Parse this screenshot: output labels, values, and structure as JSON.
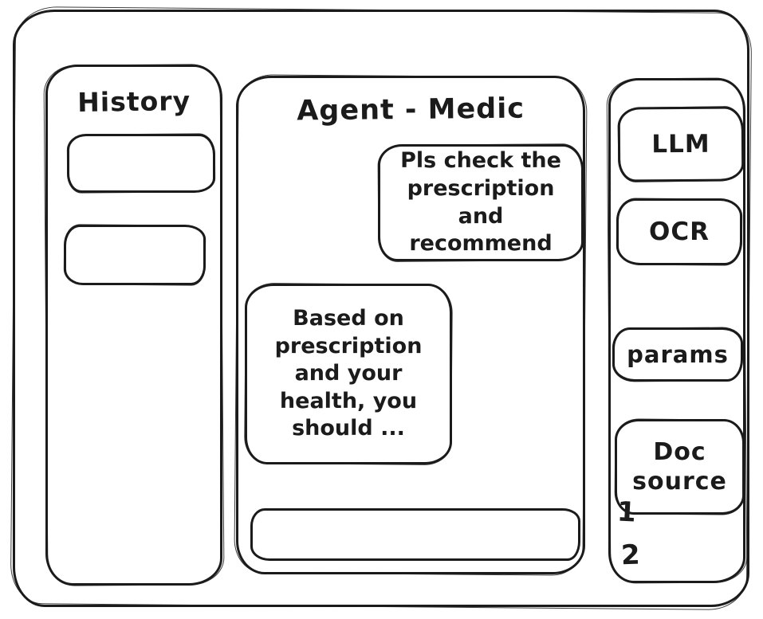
{
  "app": {
    "stroke_color": "#1b1b1b",
    "background_color": "#ffffff"
  },
  "history_panel": {
    "title": "History",
    "items": [
      {
        "label": ""
      },
      {
        "label": ""
      }
    ]
  },
  "chat_panel": {
    "title": "Agent - Medic",
    "messages": [
      {
        "role": "user",
        "align": "right",
        "text": "Pls check the prescription and recommend"
      },
      {
        "role": "assistant",
        "align": "left",
        "text": "Based on prescription and your health, you should ..."
      }
    ],
    "input": {
      "value": "",
      "placeholder": ""
    }
  },
  "tools_panel": {
    "buttons": [
      {
        "id": "llm",
        "label": "LLM"
      },
      {
        "id": "ocr",
        "label": "OCR"
      },
      {
        "id": "params",
        "label": "params"
      },
      {
        "id": "doc-source",
        "label": "Doc source"
      }
    ],
    "doc_source_items": [
      {
        "label": "1"
      },
      {
        "label": "2"
      }
    ]
  }
}
